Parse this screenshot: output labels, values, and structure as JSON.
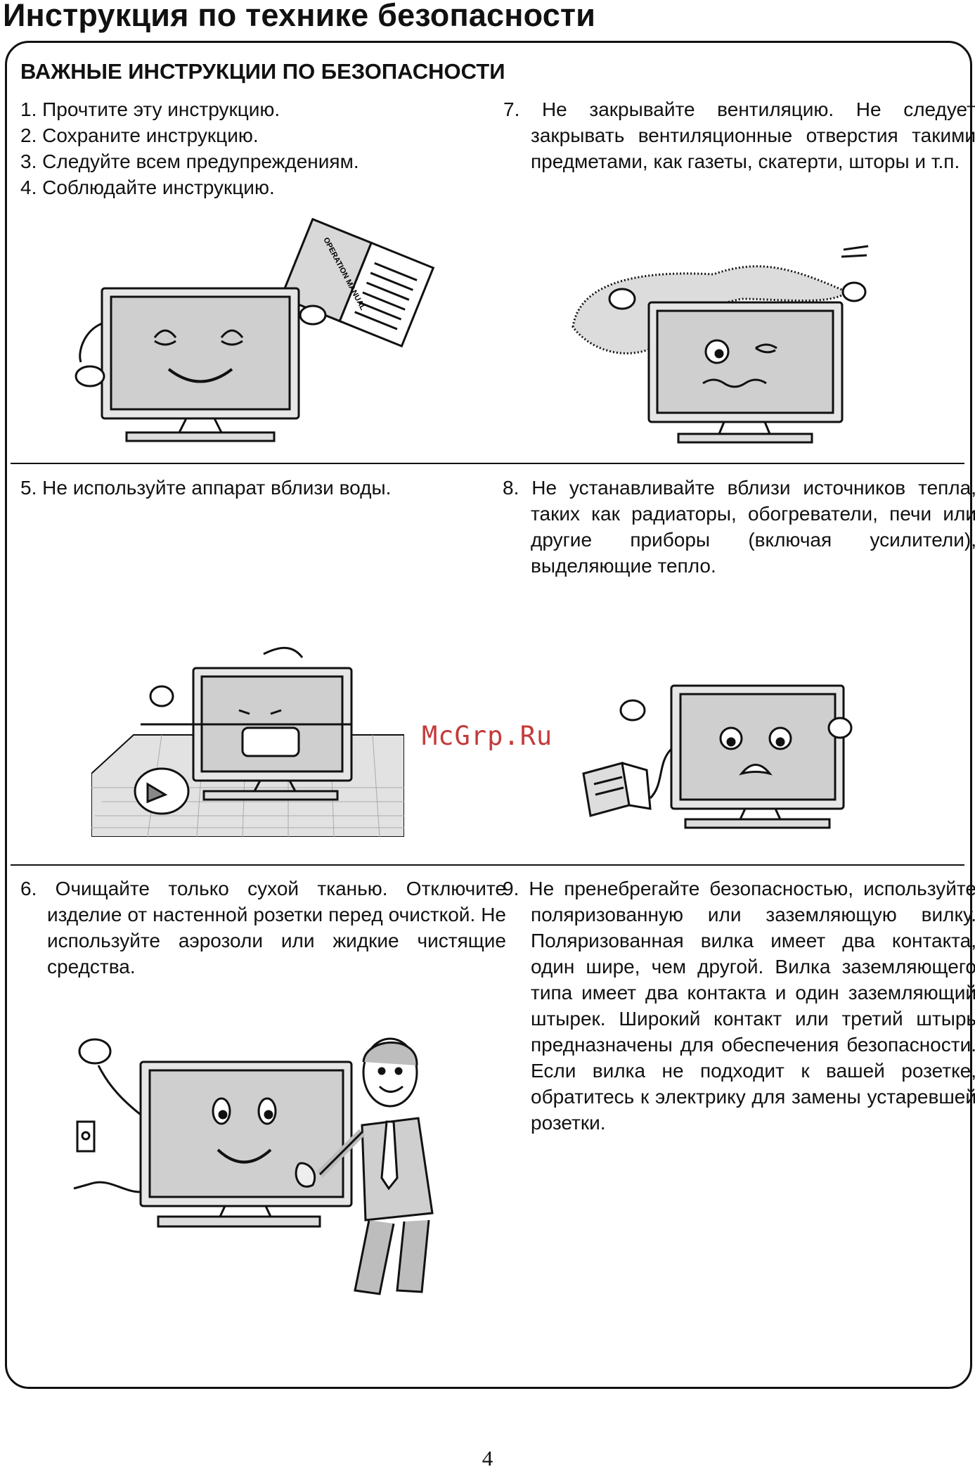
{
  "page_title": "Инструкция по технике безопасности",
  "section_title": "ВАЖНЫЕ ИНСТРУКЦИИ ПО БЕЗОПАСНОСТИ",
  "items": {
    "i1": "1. Прочтите эту инструкцию.",
    "i2": "2. Сохраните инструкцию.",
    "i3": "3. Следуйте всем предупреждениям.",
    "i4": "4. Соблюдайте инструкцию.",
    "i5": "5. Не используйте аппарат вблизи воды.",
    "i6": "6. Очищайте только сухой тканью. Отключите изделие от настенной розетки перед очисткой. Не используйте аэрозоли или жидкие чистящие средства.",
    "i7": "7. Не закрывайте вентиляцию. Не следует закрывать вентиляционные отверстия такими предметами, как газеты, скатерти, шторы и т.п.",
    "i8": "8. Не устанавливайте вблизи источников тепла, таких как радиаторы, обогреватели, печи или другие приборы (включая усилители), выделяющие тепло.",
    "i9": "9. Не пренебрегайте безопасностью, используйте поляризованную или заземляющую вилку. Поляризованная вилка имеет два контакта, один шире, чем другой. Вилка заземляющего типа имеет два контакта и один заземляющий штырек. Широкий контакт или третий штырь предназначены для обеспечения безопасности. Если вилка не подходит к вашей розетке, обратитесь к электрику для замены устаревшей розетки."
  },
  "manual_book_label": "OPERATION MANUAL",
  "watermark": "McGrp.Ru",
  "page_number": "4"
}
